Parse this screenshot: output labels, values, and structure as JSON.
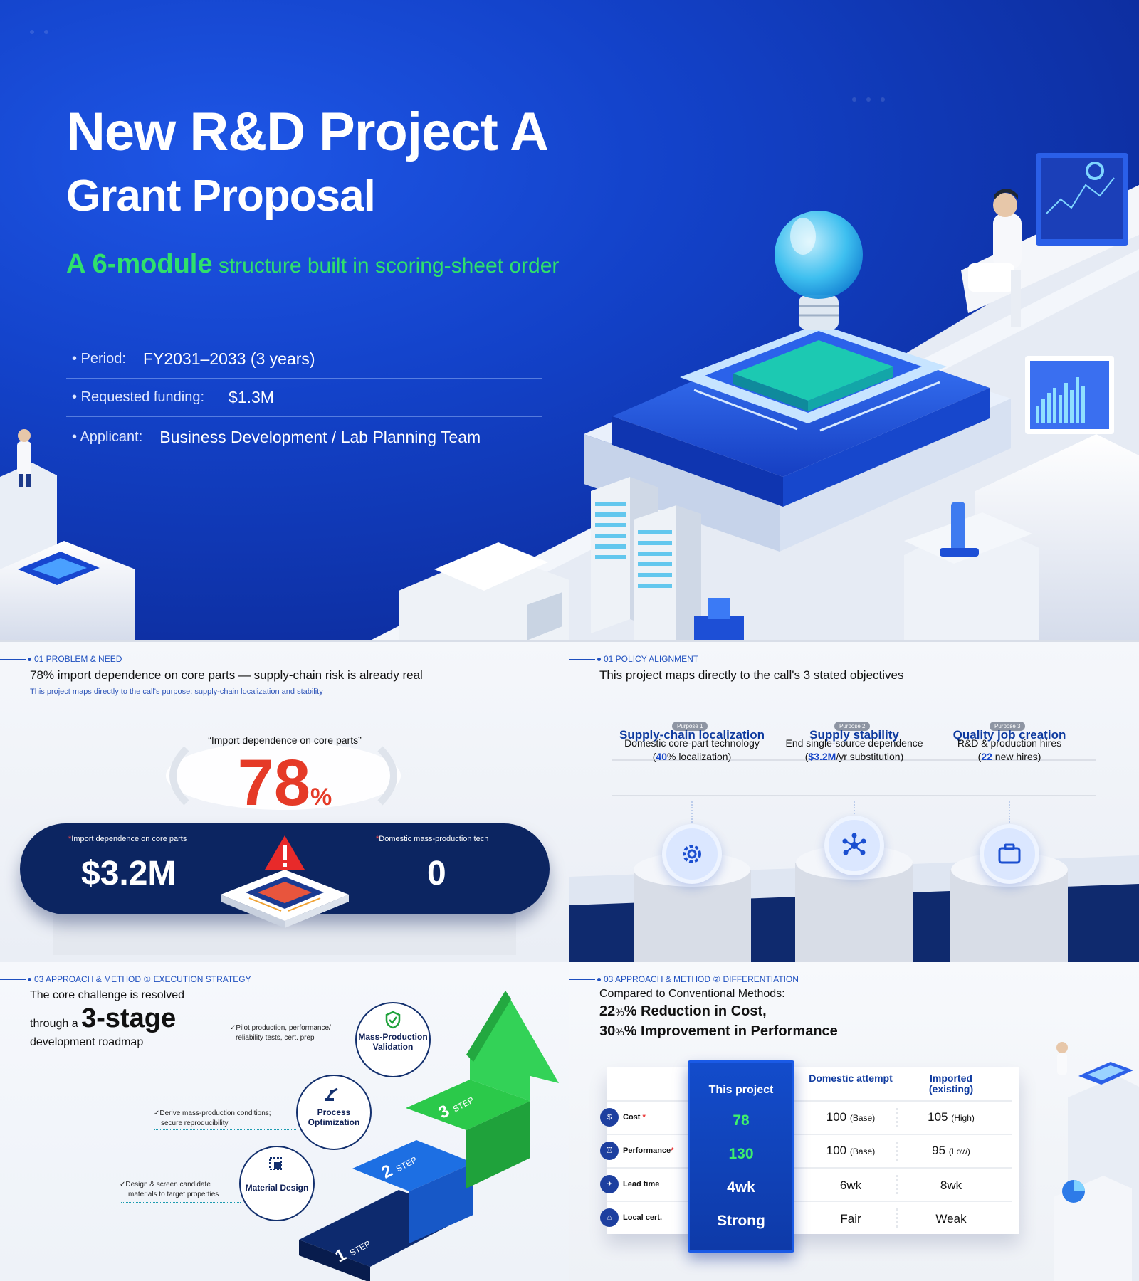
{
  "hero": {
    "title": "New R&D Project A",
    "subtitle": "Grant Proposal",
    "tagline_strong": "A 6-module",
    "tagline_rest": " structure built in scoring-sheet order",
    "info": [
      {
        "label": "• Period:",
        "value": "FY2031–2033 (3 years)"
      },
      {
        "label": "• Requested funding:",
        "value": "$1.3M"
      },
      {
        "label": "• Applicant:",
        "value": "Business Development / Lab Planning Team"
      }
    ]
  },
  "problem": {
    "tag": "01 PROBLEM & NEED",
    "title": "78% import dependence on core parts — supply-chain risk is already real",
    "subtitle": "This project maps directly to the call's purpose: supply-chain localization and stability",
    "quote": "“Import dependence on core parts”",
    "big_number": "78",
    "big_unit": "%",
    "left_label": "Import dependence on core parts",
    "left_value": "$3.2M",
    "right_label": "Domestic mass-production tech",
    "right_value": "0"
  },
  "policy": {
    "tag": "01 POLICY ALIGNMENT",
    "title": "This project maps directly to the call's 3 stated objectives",
    "objectives": [
      {
        "badge": "Purpose 1",
        "heading": "Supply-chain localization",
        "line1": "Domestic core-part technology",
        "pre": "(",
        "num": "40",
        "post": "% localization)",
        "icon": "gear-icon"
      },
      {
        "badge": "Purpose 2",
        "heading": "Supply stability",
        "line1": "End single-source dependence",
        "pre": "(",
        "num": "$3.2M",
        "post": "/yr substitution)",
        "icon": "network-icon"
      },
      {
        "badge": "Purpose 3",
        "heading": "Quality job creation",
        "line1": "R&D & production hires",
        "pre": "(",
        "num": "22",
        "post": " new hires)",
        "icon": "briefcase-icon"
      }
    ]
  },
  "roadmap": {
    "tag": "03 APPROACH & METHOD ① EXECUTION STRATEGY",
    "title_l1": "The core challenge is resolved",
    "title_pre": "through a ",
    "title_big": "3-stage",
    "title_l3": "development roadmap",
    "stages": [
      {
        "name": "Material Design",
        "note1": "✓Design & screen candidate",
        "note2": "materials to target properties",
        "step": "1",
        "step_label": "STEP"
      },
      {
        "name": "Process Optimization",
        "note1": "✓Derive mass-production conditions;",
        "note2": "secure reproducibility",
        "step": "2",
        "step_label": "STEP"
      },
      {
        "name": "Mass-Production Validation",
        "note1": "✓Pilot production, performance/",
        "note2": "reliability tests, cert. prep",
        "step": "3",
        "step_label": "STEP"
      }
    ]
  },
  "diff": {
    "tag": "03 APPROACH & METHOD ② DIFFERENTIATION",
    "title_l1": "Compared to Conventional Methods:",
    "cost_num": "22",
    "cost_text": "% Reduction in Cost,",
    "perf_num": "30",
    "perf_text": "% Improvement in Performance",
    "headers": [
      "This project",
      "Domestic attempt",
      "Imported (existing)"
    ],
    "rows": [
      {
        "label": "Cost",
        "star": "*",
        "icon": "$",
        "project": "78",
        "domestic": "100",
        "domestic_note": "(Base)",
        "imported": "105",
        "imported_note": "(High)"
      },
      {
        "label": "Performance",
        "star": "*",
        "icon": "♖",
        "project": "130",
        "domestic": "100",
        "domestic_note": "(Base)",
        "imported": "95",
        "imported_note": "(Low)"
      },
      {
        "label": "Lead time",
        "star": "",
        "icon": "✈",
        "project": "4wk",
        "domestic": "6wk",
        "domestic_note": "",
        "imported": "8wk",
        "imported_note": ""
      },
      {
        "label": "Local cert.",
        "star": "",
        "icon": "⌂",
        "project": "Strong",
        "domestic": "Fair",
        "domestic_note": "",
        "imported": "Weak",
        "imported_note": ""
      }
    ]
  }
}
